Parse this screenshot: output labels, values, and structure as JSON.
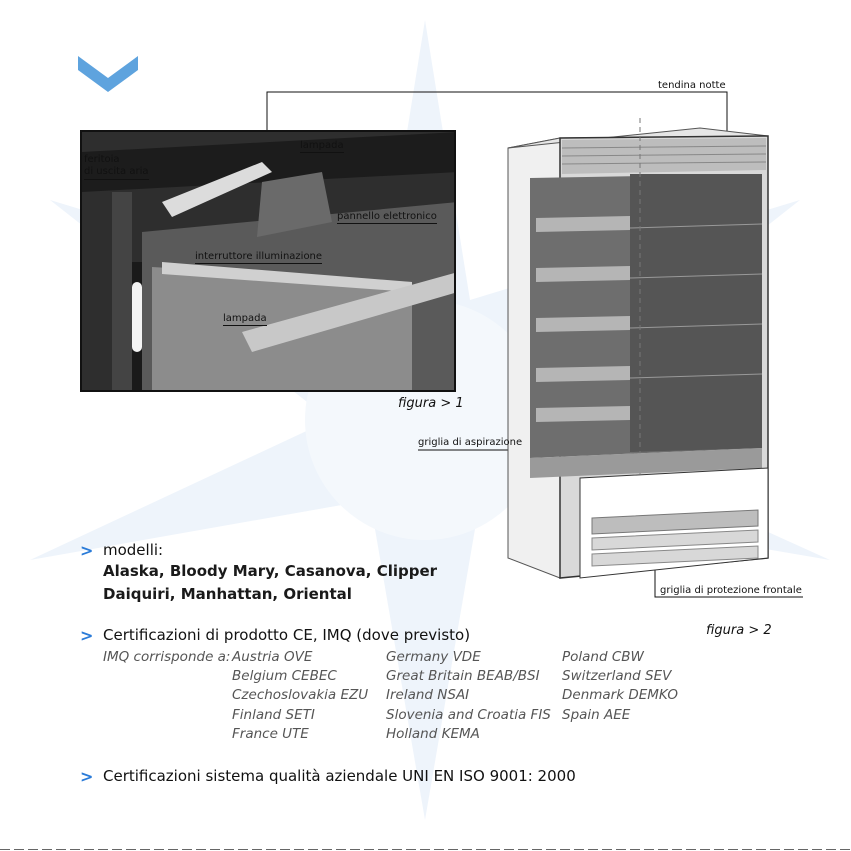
{
  "figure1": {
    "labels": {
      "lampada_top": "lampada",
      "feritoia_line1": "feritoia",
      "feritoia_line2": "di uscita aria",
      "pannello": "pannello elettronico",
      "interruttore": "interruttore illuminazione",
      "lampada_bottom": "lampada"
    },
    "caption": "figura > 1"
  },
  "figure2": {
    "labels": {
      "tendina": "tendina notte",
      "griglia_aspirazione": "griglia di aspirazione",
      "griglia_protezione": "griglia di protezione frontale"
    },
    "caption": "figura > 2"
  },
  "models": {
    "arrow": ">",
    "heading": "modelli:",
    "line1": "Alaska, Bloody Mary, Casanova, Clipper",
    "line2": "Daiquiri, Manhattan, Oriental"
  },
  "certifications": {
    "arrow": ">",
    "heading": "Certificazioni di prodotto CE, IMQ (dove previsto)",
    "imq_label": "IMQ corrisponde a:",
    "col1": [
      "Austria OVE",
      "Belgium CEBEC",
      "Czechoslovakia EZU",
      "Finland SETI",
      "France UTE"
    ],
    "col2": [
      "Germany VDE",
      "Great Britain BEAB/BSI",
      "Ireland NSAI",
      "Slovenia and Croatia FIS",
      "Holland KEMA"
    ],
    "col3": [
      "Poland CBW",
      "Switzerland SEV",
      "Denmark DEMKO",
      "Spain AEE"
    ]
  },
  "quality": {
    "arrow": ">",
    "text": "Certificazioni sistema qualità aziendale UNI EN ISO 9001: 2000"
  },
  "colors": {
    "accent": "#2a7bd8",
    "watermark": "#eaf2fb"
  },
  "icons": {
    "chevron": "chevron-down-icon"
  }
}
